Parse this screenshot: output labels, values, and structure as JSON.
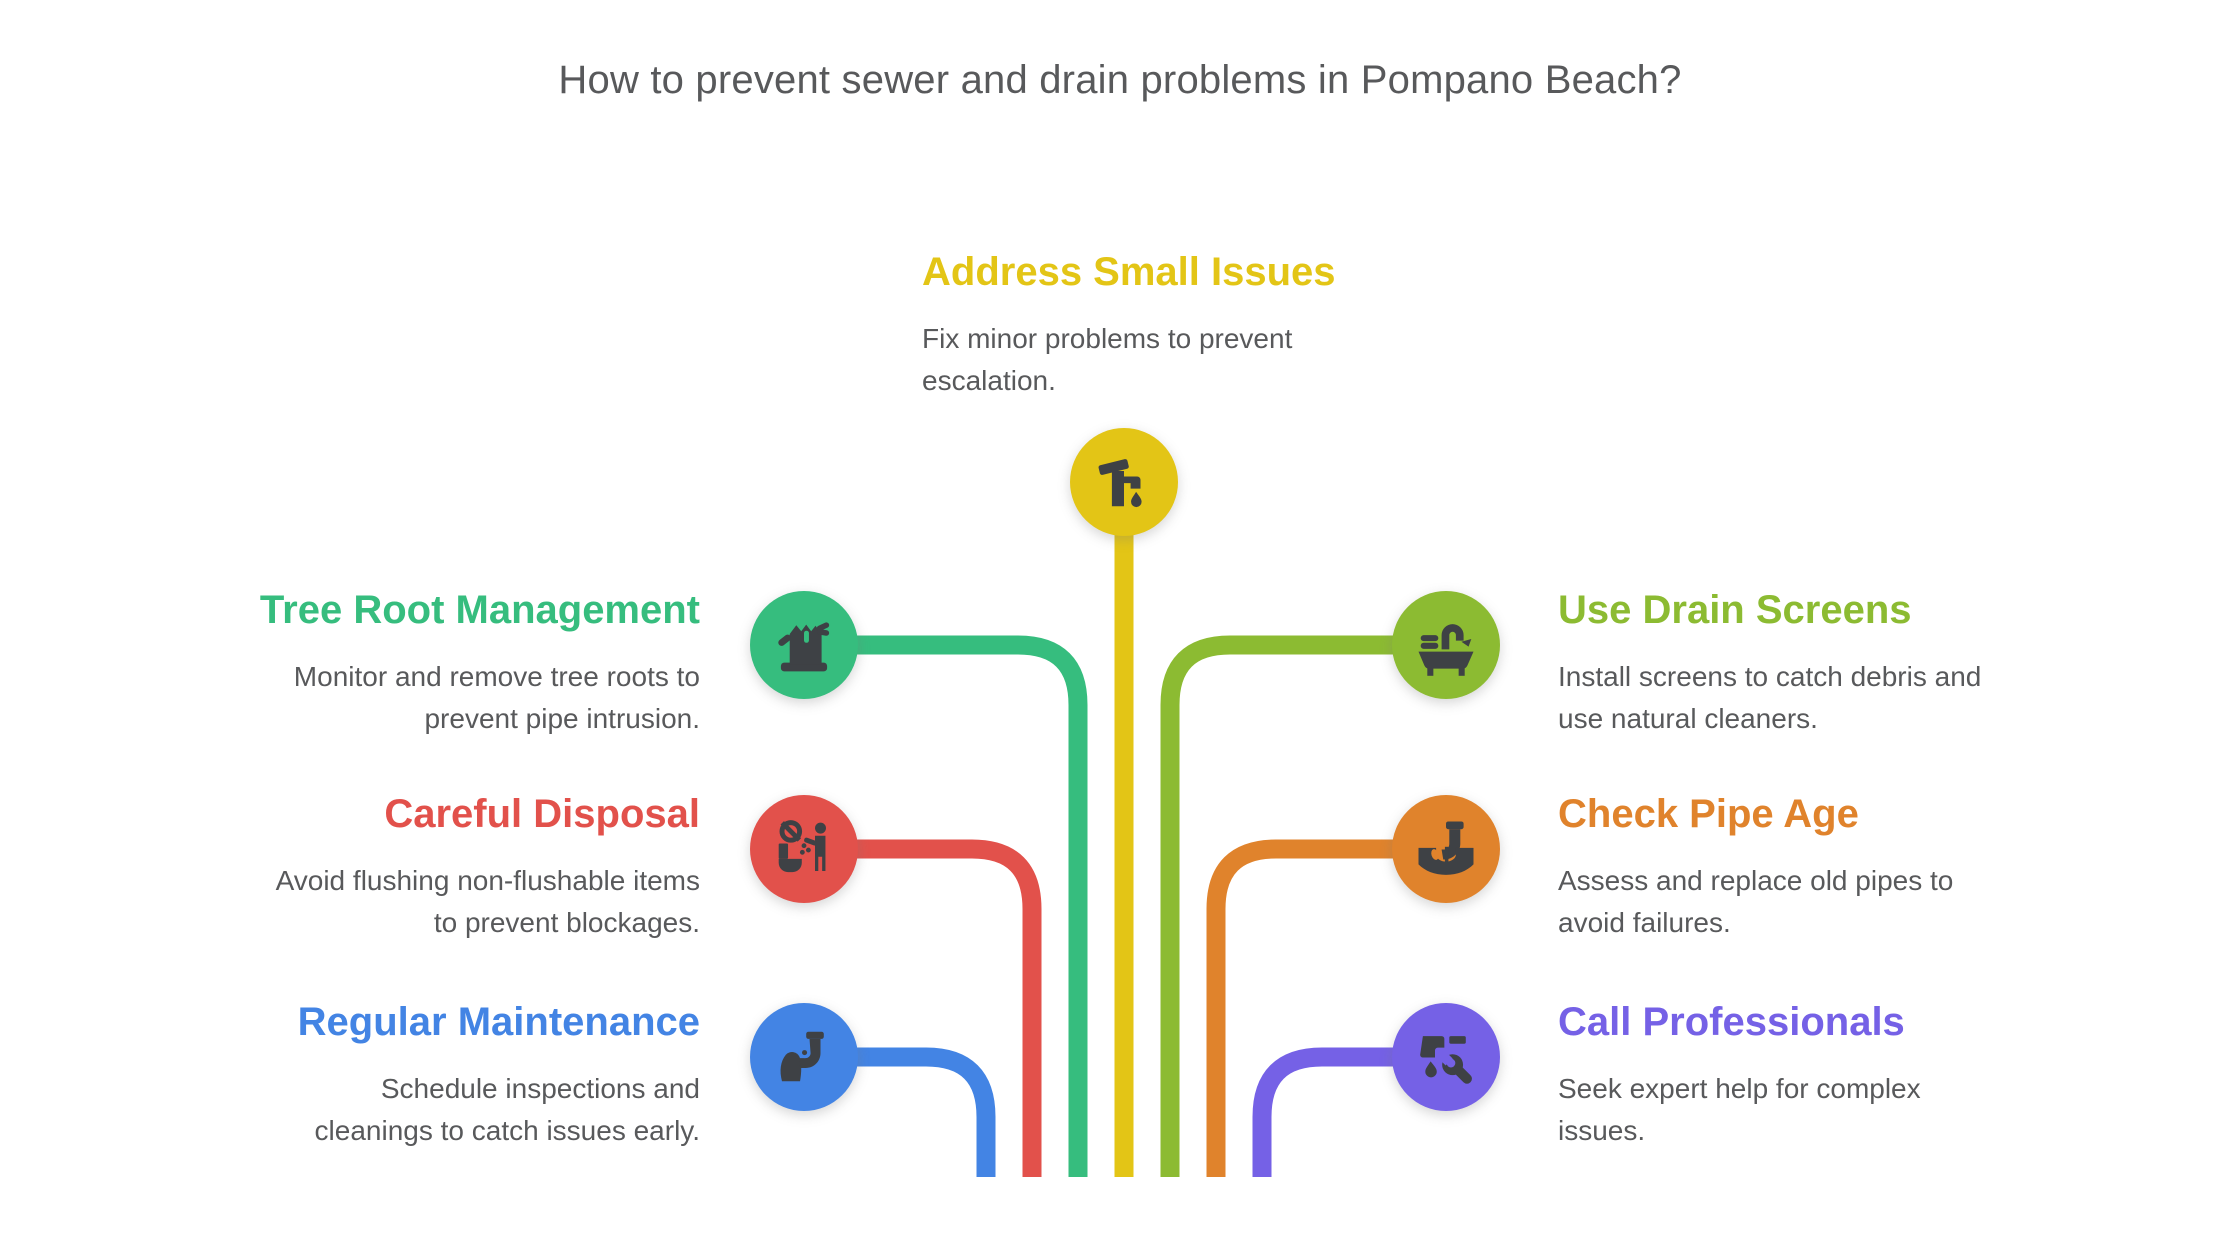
{
  "title": "How to prevent sewer and drain problems in Pompano Beach?",
  "colors": {
    "text": "#58595B",
    "icon_glyph": "#3E4145",
    "background": "#FFFFFF"
  },
  "center_item": {
    "heading": "Address Small Issues",
    "description": "Fix minor problems to prevent\nescalation.",
    "color": "#E3C516",
    "icon": "faucet-drip-icon"
  },
  "left_items": [
    {
      "heading": "Tree Root Management",
      "description": "Monitor and remove tree roots to\nprevent pipe intrusion.",
      "color": "#36BD7E",
      "icon": "tree-stump-icon"
    },
    {
      "heading": "Careful Disposal",
      "description": "Avoid flushing non-flushable items\nto prevent blockages.",
      "color": "#E2514B",
      "icon": "no-flush-icon"
    },
    {
      "heading": "Regular Maintenance",
      "description": "Schedule inspections and\ncleanings to catch issues early.",
      "color": "#4384E4",
      "icon": "pipe-inspection-icon"
    }
  ],
  "right_items": [
    {
      "heading": "Use Drain Screens",
      "description": "Install screens to catch debris and\nuse natural cleaners.",
      "color": "#8CBB32",
      "icon": "bathtub-icon"
    },
    {
      "heading": "Check Pipe Age",
      "description": "Assess and replace old pipes to\navoid failures.",
      "color": "#E0832C",
      "icon": "pipe-in-hands-icon"
    },
    {
      "heading": "Call Professionals",
      "description": "Seek expert help for complex\nissues.",
      "color": "#7561E6",
      "icon": "wrench-pipe-icon"
    }
  ]
}
